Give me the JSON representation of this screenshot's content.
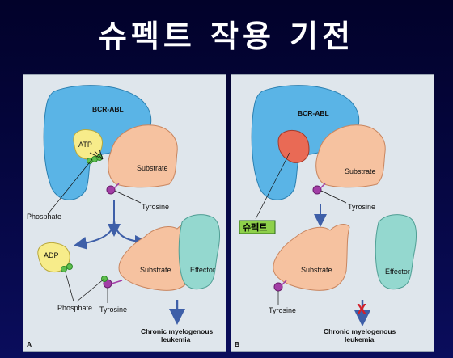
{
  "title": "슈펙트 작용 기전",
  "panel_a": {
    "letter": "A",
    "bcr_abl": "BCR-ABL",
    "atp": "ATP",
    "substrate_top": "Substrate",
    "phosphate_top": "Phosphate",
    "tyrosine_top": "Tyrosine",
    "adp": "ADP",
    "phosphate_bottom": "Phosphate",
    "tyrosine_bottom": "Tyrosine",
    "substrate_bottom": "Substrate",
    "effector": "Effector",
    "outcome_line1": "Chronic myelogenous",
    "outcome_line2": "leukemia"
  },
  "panel_b": {
    "letter": "B",
    "bcr_abl": "BCR-ABL",
    "substrate_top": "Substrate",
    "tyrosine_top": "Tyrosine",
    "drug_label": "슈펙트",
    "substrate_bottom": "Substrate",
    "tyrosine_bottom": "Tyrosine",
    "effector": "Effector",
    "blocked_mark": "X",
    "outcome_line1": "Chronic myelogenous",
    "outcome_line2": "leukemia"
  },
  "colors": {
    "bcr_abl": "#5ab4e6",
    "substrate": "#f6c2a0",
    "effector": "#94d8cf",
    "atp": "#f7ec8a",
    "drug": "#e96a55",
    "arrow": "#3e5fa8",
    "tyrosine": "#a23ea6",
    "phosphate": "#5fbf4e",
    "block": "#d2202a"
  }
}
